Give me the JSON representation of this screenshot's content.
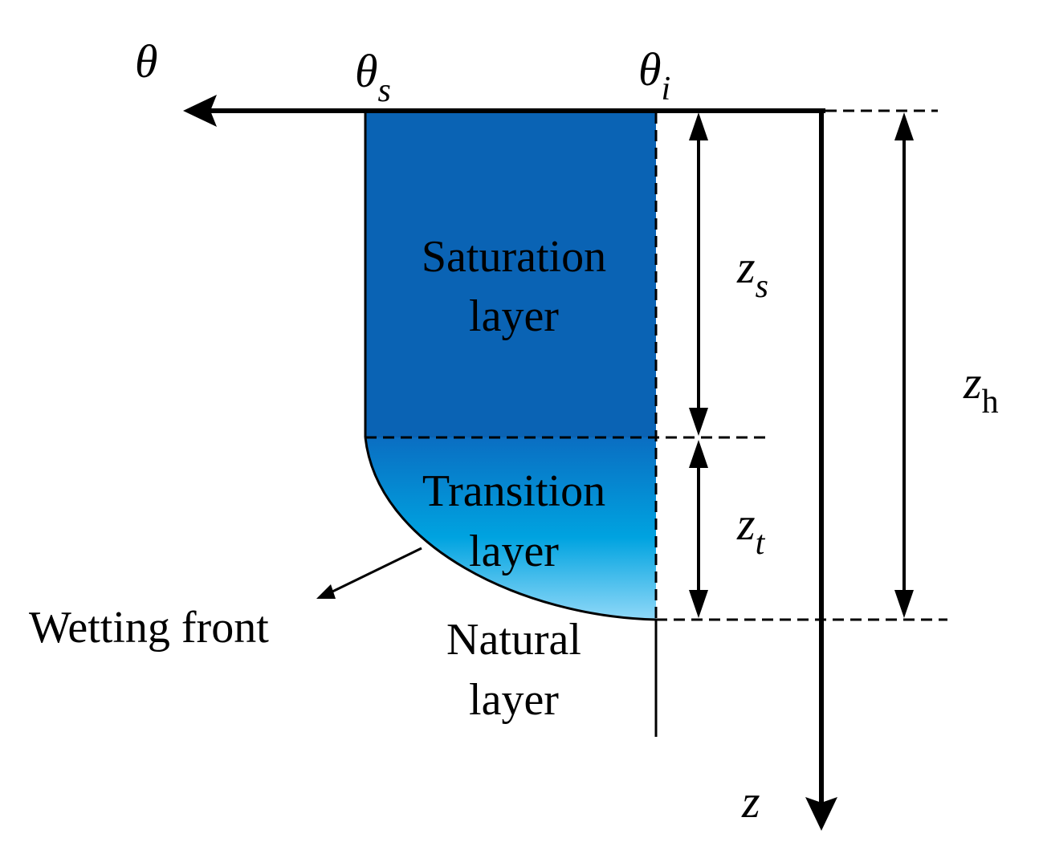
{
  "axes": {
    "theta_axis_symbol": "θ",
    "depth_axis_symbol": "z"
  },
  "moisture_marks": {
    "theta_s": {
      "base": "θ",
      "sub": "s"
    },
    "theta_i": {
      "base": "θ",
      "sub": "i"
    }
  },
  "layers": {
    "saturation": {
      "line1": "Saturation",
      "line2": "layer"
    },
    "transition": {
      "line1": "Transition",
      "line2": "layer"
    },
    "natural": {
      "line1": "Natural",
      "line2": "layer"
    }
  },
  "wetting_front": {
    "label": "Wetting front"
  },
  "dimensions": {
    "z_s": {
      "base": "z",
      "sub": "s"
    },
    "z_t": {
      "base": "z",
      "sub": "t"
    },
    "z_h": {
      "base": "z",
      "sub": "h"
    }
  },
  "colors": {
    "saturation_fill": "#0a63b4",
    "transition_top": "#0a6ec2",
    "transition_mid": "#00a3e0",
    "transition_bottom": "#8fd8f8",
    "ink": "#000000"
  }
}
